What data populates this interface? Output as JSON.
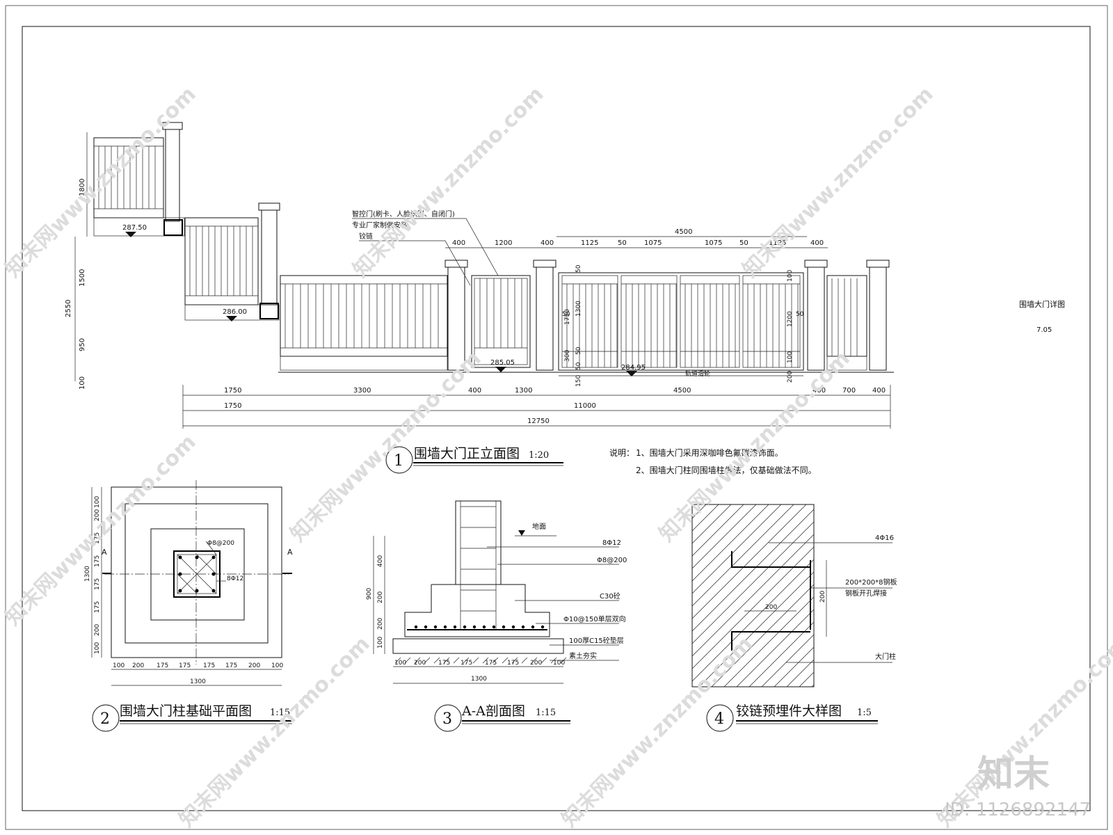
{
  "sheet": {
    "title": "围墙大门详图",
    "number": "7.05"
  },
  "elevation": {
    "title_number": "1",
    "title": "围墙大门正立面图",
    "scale": "1:20",
    "callouts": {
      "smart_gate_1": "智控门(刷卡、人脸识别、自闭门)",
      "smart_gate_2": "专业厂家制做安装",
      "hinge": "铰链",
      "track": "轨道滑轮"
    },
    "levels": [
      "287.50",
      "286.00",
      "285.05",
      "284.95"
    ],
    "left_dims": [
      "1800",
      "1500",
      "2550",
      "950",
      "100"
    ],
    "top_dims": [
      "400",
      "1200",
      "400",
      "4500",
      "1125",
      "50",
      "1075",
      "1075",
      "50",
      "1125",
      "400"
    ],
    "inner_dims": [
      "50",
      "1300",
      "1750",
      "300",
      "50",
      "50",
      "150",
      "50",
      "100",
      "1200",
      "100",
      "200",
      "50"
    ],
    "bottom_row1": [
      "1750",
      "3300",
      "400",
      "1300",
      "4500",
      "400",
      "700",
      "400"
    ],
    "bottom_row2": [
      "1750",
      "11000"
    ],
    "bottom_row3": [
      "12750"
    ]
  },
  "notes": {
    "label": "说明：",
    "line1": "1、围墙大门采用深咖啡色氟碳漆饰面。",
    "line2": "2、围墙大门柱同围墙柱做法，仅基础做法不同。"
  },
  "plan": {
    "title_number": "2",
    "title": "围墙大门柱基础平面图",
    "scale": "1:15",
    "section_mark": "A",
    "rebar1": "Φ8@200",
    "rebar2": "8Φ12",
    "left_dims": [
      "200",
      "175",
      "175",
      "175",
      "175",
      "200",
      "100",
      "100"
    ],
    "total": "1300",
    "bottom_dims": [
      "100",
      "200",
      "175",
      "175",
      "175",
      "175",
      "200",
      "100"
    ]
  },
  "section": {
    "title_number": "3",
    "title": "A-A剖面图",
    "scale": "1:15",
    "ground": "地面",
    "labels": [
      "8Φ12",
      "Φ8@200",
      "C30砼",
      "Φ10@150单层双向",
      "100厚C15砼垫层",
      "素土夯实"
    ],
    "left_dims": [
      "400",
      "900",
      "200",
      "200",
      "100"
    ],
    "bottom_dims": [
      "100",
      "200",
      "175",
      "175",
      "175",
      "175",
      "200",
      "100"
    ],
    "total": "1300"
  },
  "detail": {
    "title_number": "4",
    "title": "铰链预埋件大样图",
    "scale": "1:5",
    "labels": [
      "4Φ16",
      "200*200*8钢板",
      "钢板开孔焊接",
      "大门柱"
    ],
    "dim_inner": "200",
    "dim_right": "200"
  },
  "watermark": {
    "text": "知末网www.znzmo.com",
    "logo": "知末",
    "id": "ID: 1126892147"
  }
}
